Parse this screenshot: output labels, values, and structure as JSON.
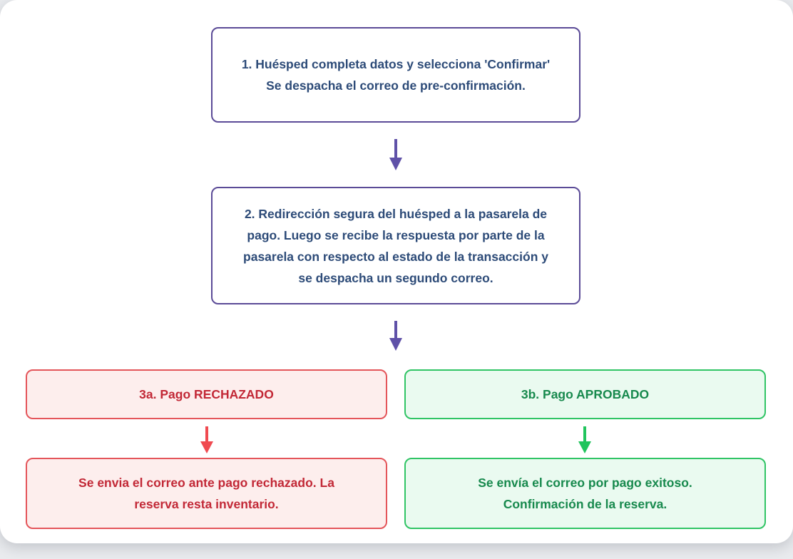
{
  "flow": {
    "steps": [
      {
        "text": "1. Huésped completa datos y selecciona 'Confirmar' Se despacha el correo de pre-confirmación."
      },
      {
        "text": "2. Redirección segura del huésped a la pasarela de pago. Luego se recibe la respuesta por parte de la pasarela con respecto al estado de la transacción y se despacha un segundo correo."
      }
    ],
    "branches": {
      "rejected": {
        "header": "3a. Pago RECHAZADO",
        "detail": "Se envia el correo ante pago rechazado. La reserva resta inventario."
      },
      "approved": {
        "header": "3b. Pago APROBADO",
        "detail": "Se envía el correo por pago exitoso. Confirmación de la reserva."
      }
    }
  },
  "icons": {
    "down_arrow": "↓"
  },
  "colors": {
    "page_background": "#e9ebee",
    "card_background": "#ffffff",
    "purple_border": "#5b4b97",
    "navy_text": "#2d4b78",
    "purple_arrow": "#5f51a8",
    "red_border": "#e4555a",
    "red_background": "#fdeeed",
    "red_text": "#c22836",
    "red_arrow": "#f04a50",
    "green_border": "#30c465",
    "green_background": "#eafaf0",
    "green_text": "#17894d",
    "green_arrow": "#21c45d"
  }
}
